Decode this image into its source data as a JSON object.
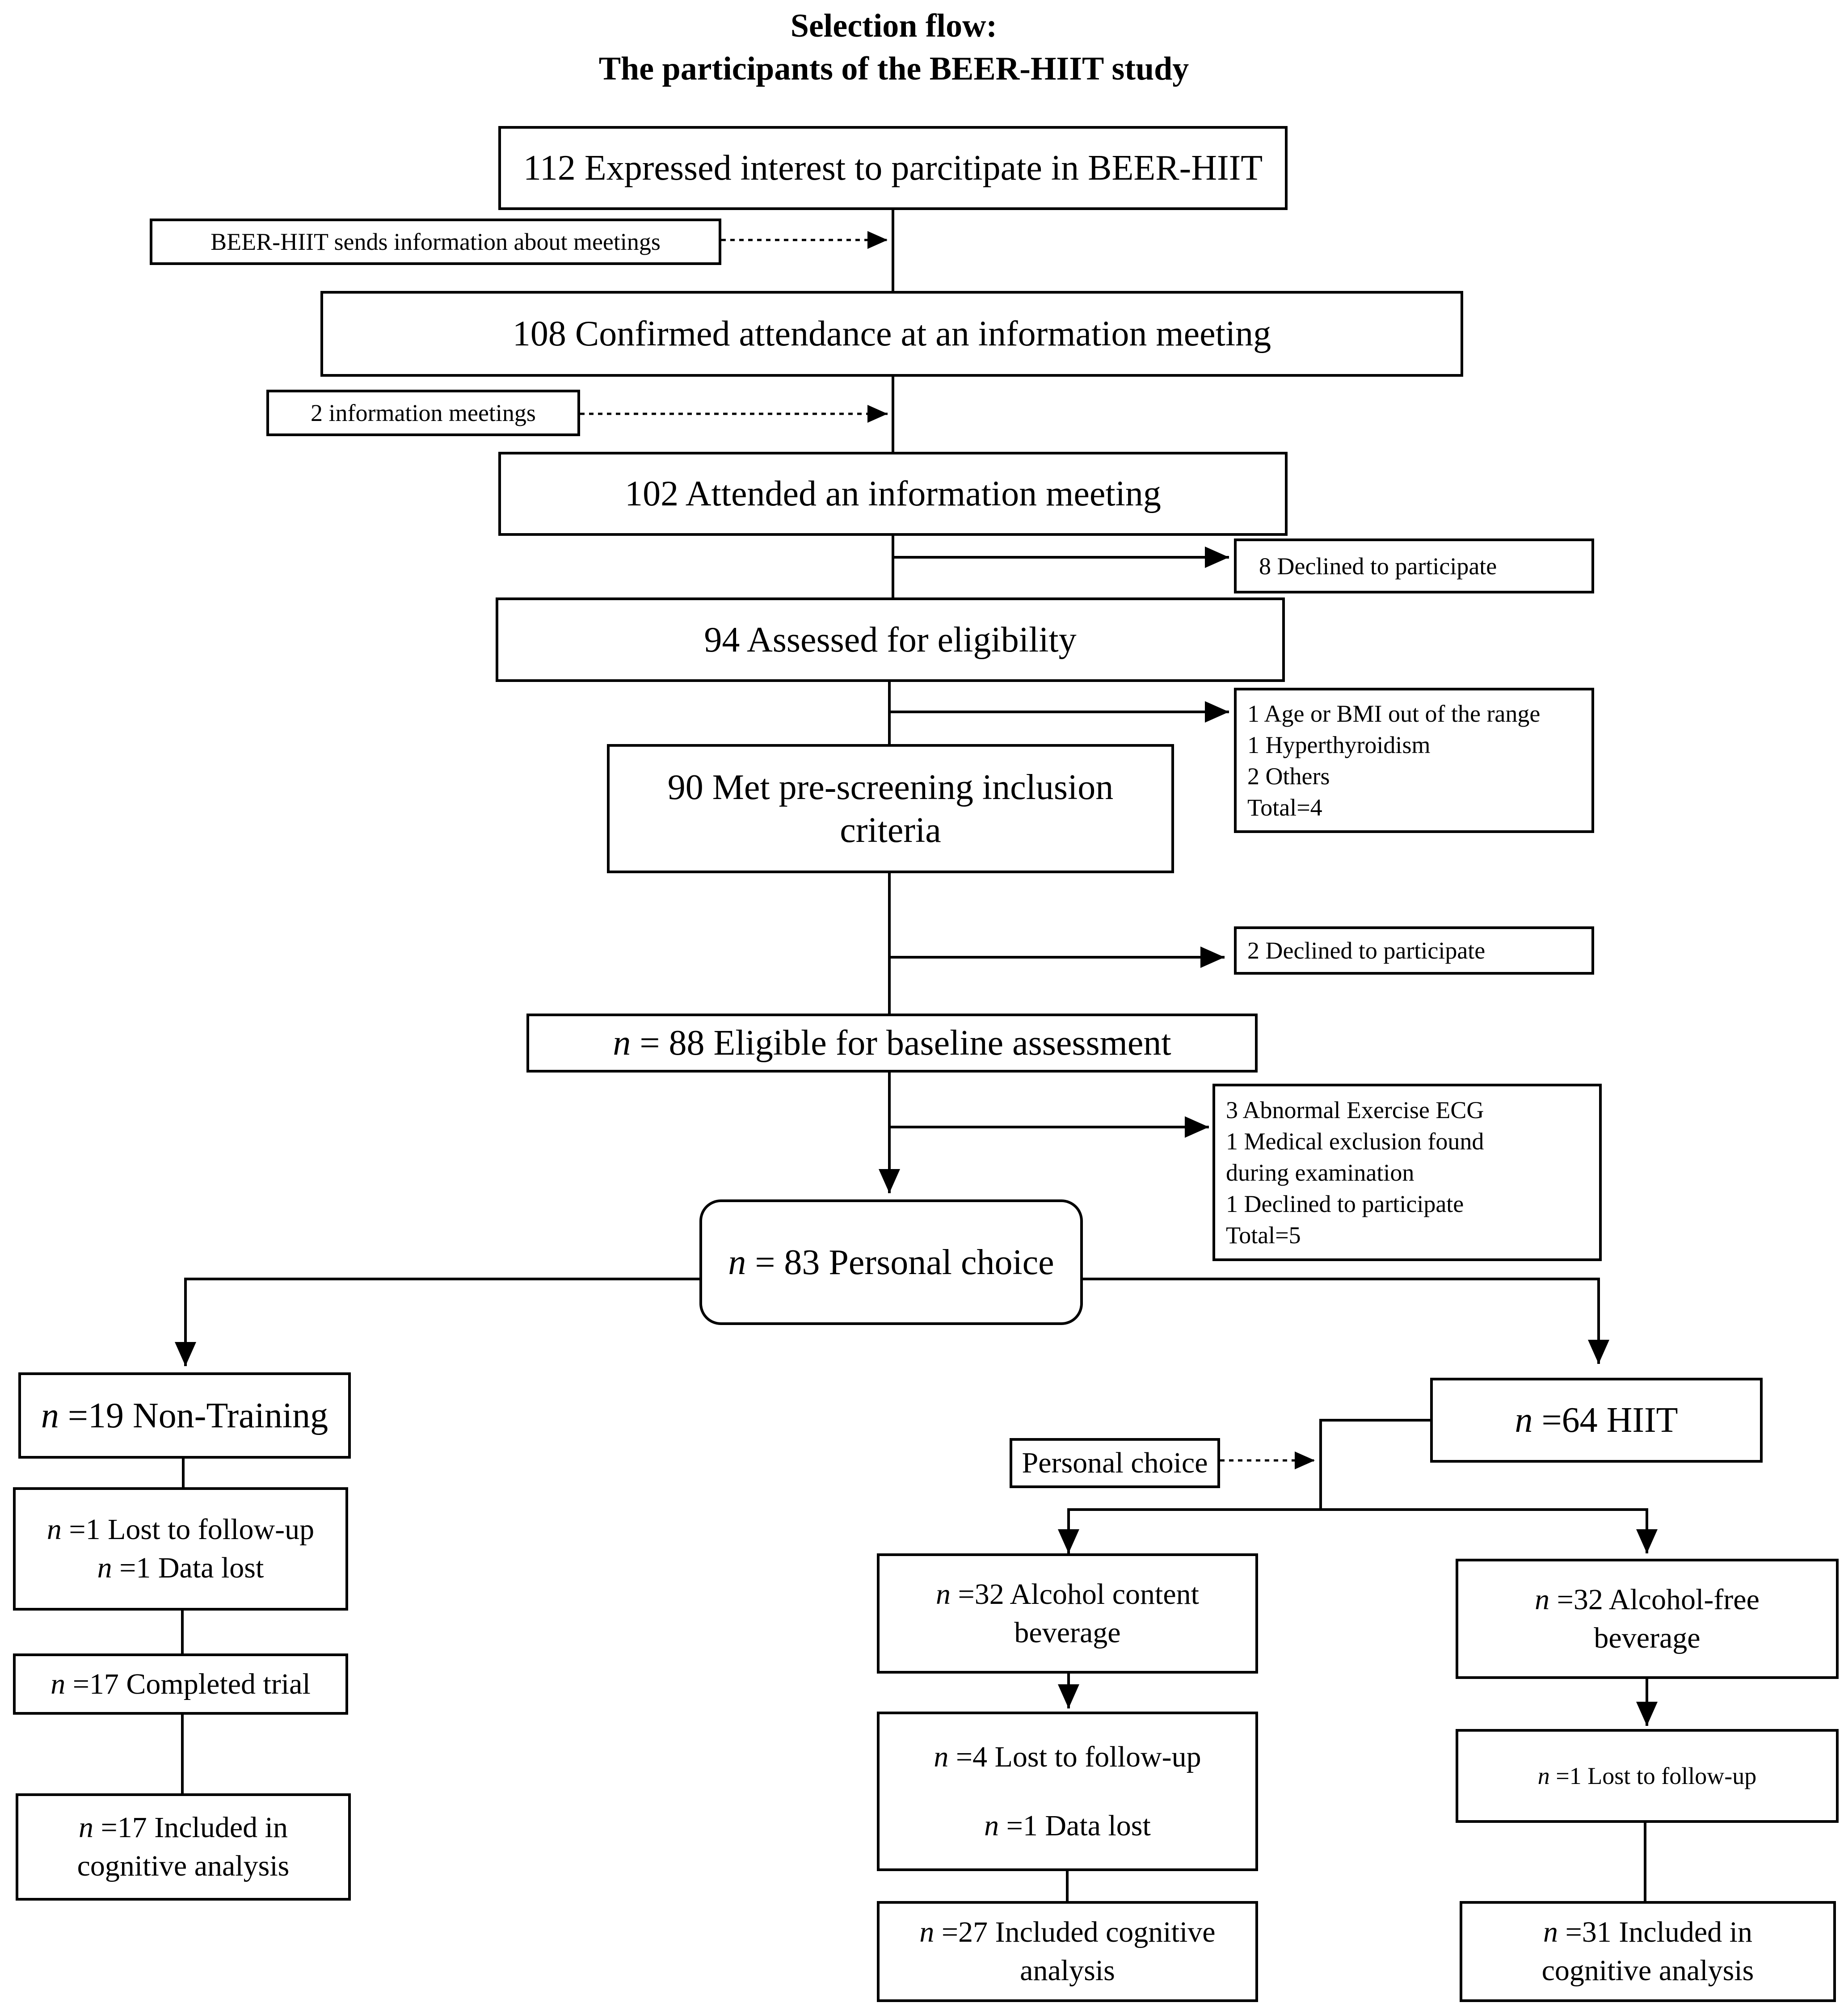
{
  "title": {
    "line1": "Selection flow:",
    "line2": "The participants of the BEER-HIIT study"
  },
  "boxes": {
    "expressed": {
      "text": "112 Expressed interest to parcitipate in BEER-HIIT"
    },
    "sends_info": {
      "text": "BEER-HIIT sends information about meetings"
    },
    "confirmed": {
      "text": "108 Confirmed attendance at an information meeting"
    },
    "two_meetings": {
      "text": "2 information meetings"
    },
    "attended": {
      "text": "102 Attended an information meeting"
    },
    "declined_8": {
      "text": "8 Declined to participate"
    },
    "assessed": {
      "text": "94 Assessed for eligibility"
    },
    "excluded_4": {
      "lines": [
        "1 Age or BMI out of the range",
        "1 Hyperthyroidism",
        "2 Others",
        "Total=4"
      ]
    },
    "met_criteria": {
      "lines": [
        "90 Met pre-screening inclusion",
        "criteria"
      ]
    },
    "declined_2": {
      "text": "2 Declined to participate"
    },
    "eligible": {
      "n": "n",
      "text": " = 88 Eligible for baseline assessment"
    },
    "excluded_5": {
      "lines": [
        "3 Abnormal Exercise ECG",
        "1 Medical exclusion found",
        "during examination",
        "1 Declined to participate",
        "Total=5"
      ]
    },
    "personal_choice_main": {
      "n": "n",
      "text": " = 83 Personal choice"
    },
    "non_training": {
      "n": "n",
      "text": " =19 Non-Training"
    },
    "hiit": {
      "n": "n",
      "text": " =64 HIIT"
    },
    "personal_choice_small": {
      "text": "Personal choice"
    },
    "nt_lost": {
      "l1_n": "n",
      "l1": " =1 Lost to follow-up",
      "l2_n": "n",
      "l2": " =1 Data lost"
    },
    "nt_completed": {
      "n": "n",
      "text": " =17 Completed trial"
    },
    "nt_included": {
      "l1_n": "n",
      "l1": " =17 Included in",
      "l2": "cognitive analysis"
    },
    "alcohol": {
      "l1_n": "n",
      "l1": " =32 Alcohol content",
      "l2": "beverage"
    },
    "alcohol_free": {
      "l1_n": "n",
      "l1": " =32 Alcohol-free",
      "l2": "beverage"
    },
    "alc_lost": {
      "l1_n": "n",
      "l1": " =4 Lost to follow-up",
      "l2_n": "n",
      "l2": " =1 Data lost"
    },
    "af_lost": {
      "n": "n",
      "text": " =1 Lost to follow-up"
    },
    "alc_included": {
      "l1_n": "n",
      "l1": " =27 Included cognitive",
      "l2": "analysis"
    },
    "af_included": {
      "l1_n": "n",
      "l1": " =31 Included in",
      "l2": "cognitive analysis"
    }
  }
}
